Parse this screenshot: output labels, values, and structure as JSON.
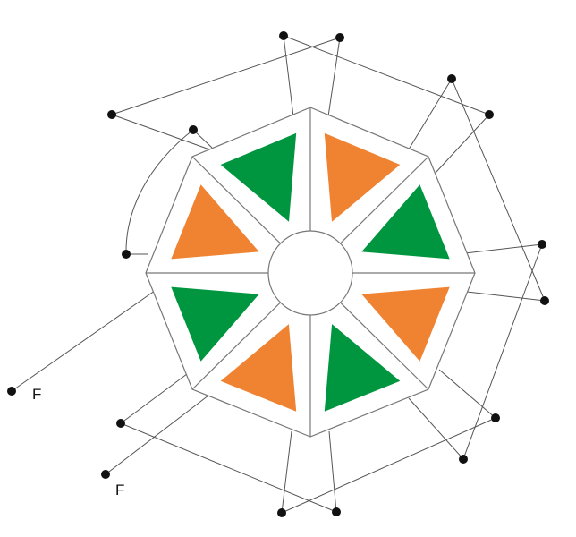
{
  "colors": {
    "orange": "#F08332",
    "green": "#00963F",
    "outline": "#777777",
    "line": "#555555",
    "dot": "#111111",
    "label": "#111111"
  },
  "diagram": {
    "shape": "octagon-wheel",
    "segments": [
      {
        "color": "orange"
      },
      {
        "color": "green"
      },
      {
        "color": "orange"
      },
      {
        "color": "green"
      },
      {
        "color": "orange"
      },
      {
        "color": "green"
      },
      {
        "color": "orange"
      },
      {
        "color": "green"
      }
    ],
    "labels": [
      {
        "text": "F"
      },
      {
        "text": "F"
      }
    ]
  }
}
